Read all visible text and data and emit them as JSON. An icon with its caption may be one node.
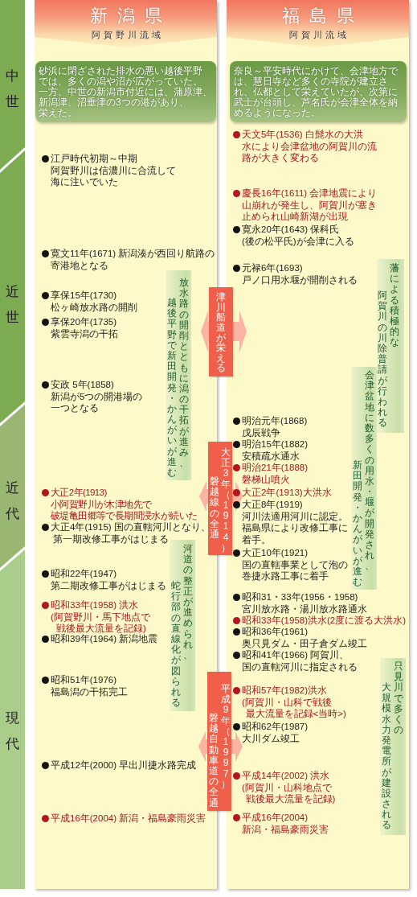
{
  "diagram": {
    "nodes": [
      {
        "text": [
          "中世"
        ]
      },
      {
        "text": [
          "近世"
        ]
      },
      {
        "text": [
          "近代"
        ]
      },
      {
        "text": [
          "現代"
        ]
      },
      {
        "text": [],
        "shape": "box"
      },
      {
        "text": [
          "新潟県",
          "阿賀野川流域"
        ],
        "in": 4
      },
      {
        "text": [
          "砂浜に閉ざされた排水の悪い越後平野では、多くの潟や沼が広がっていた。",
          "一方、中世の新潟市付近には、蒲原津、新潟津、沼垂津の3つの港があり、栄えた。"
        ],
        "in": 4
      },
      {
        "text": [
          "放水路の開削とともに潟の干拓が進み、越後平野で新田開発・かんがいが進む"
        ],
        "in": 4
      },
      {
        "text": [
          "河道の整正が進められ、蛇行部の直線化が図られる"
        ],
        "in": 4
      },
      {
        "text": [],
        "shape": "box"
      },
      {
        "text": [
          "福島県",
          "阿賀川流域"
        ],
        "in": 9
      },
      {
        "text": [
          "奈良～平安時代にかけて、会津地方では、慧日寺など多くの寺院が建立され、仏都として栄えていたが、次第に武士が台頭し、芦名氏が会津全体を納めるようになった。"
        ],
        "in": 9
      },
      {
        "text": [
          "藩による積極的な阿賀川の川除普請が行われる"
        ],
        "in": 9
      },
      {
        "text": [
          "会津盆地に数多くの用水・堰が開発され、新田開発・かんがいが進む"
        ],
        "in": 9
      },
      {
        "text": [
          "只見川で多くの大規模水力発電所が建設される"
        ],
        "in": 9
      },
      {
        "text": [
          "津川船道が栄える"
        ]
      },
      {
        "text": [
          "大正3年（1914）磐越線の全通"
        ]
      },
      {
        "text": [
          "平成9年（1997）磐越自動車道の全通"
        ]
      }
    ],
    "labels": [
      "江戸時代初期～中期阿賀野川は信濃川に合流して海に注いでいた",
      "寛文11年(1671) 新潟湊が西回り航路の寄港地となる",
      "享保15年(1730)松ヶ崎放水路の開削",
      "享保20年(1735)紫雲寺潟の干拓",
      "安政 5年(1858)新潟が5つの開港場の一つとなる",
      "大正2年(1913)小阿賀野川が木津地先で破堤亀田郷等で長期間浸水が続いた",
      "大正4年(1915) 国の直轄河川となり、第一期改修工事がはじまる",
      "昭和22年(1947)第二期改修工事がはじまる",
      "昭和33年(1958) 洪水(阿賀野川・馬下地点で戦後最大流量を記録)",
      "昭和39年(1964) 新潟地震",
      "昭和51年(1976)福島潟の干拓完工",
      "平成12年(2000) 早出川捷水路完成",
      "平成16年(2004) 新潟・福島豪雨災害",
      "天文5年(1536) 白髭水の大洪水により会津盆地の阿賀川の流路が大きく変わる",
      "慶長16年(1611) 会津地震により山崩れが発生し、阿賀川が塞き止められ山崎新湖が出現",
      "寛永20年(1643) 保科氏(後の松平氏)が会津に入る",
      "元禄6年(1693)戸ノ口用水堰が開削される",
      "明治元年(1868)戊辰戦争",
      "明治15年(1882)安積疏水通水",
      "明治21年(1888)磐梯山噴火",
      "大正2年(1913)大洪水",
      "大正8年(1919)河川法適用河川に認定。福島県により改修工事に着手。",
      "大正10年(1921)国の直轄事業として泡の巻捷水路工事に着手",
      "昭和31・33年(1956・1958)宮川放水路・湯川放水路通水",
      "昭和33年(1958)洪水(2度に渡る大洪水)",
      "昭和36年(1961)奥只見ダム・田子倉ダム竣工",
      "昭和41年(1966) 阿賀川、国の直轄河川に指定される",
      "昭和57年(1982)洪水(阿賀川・山科で戦後最大流量を記録<当時>)",
      "昭和62年(1987)大川ダム竣工",
      "平成14年(2002) 洪水(阿賀川・山科地点で戦後最大流量を記録)",
      "平成16年(2004)新潟・福島豪雨災害"
    ]
  }
}
